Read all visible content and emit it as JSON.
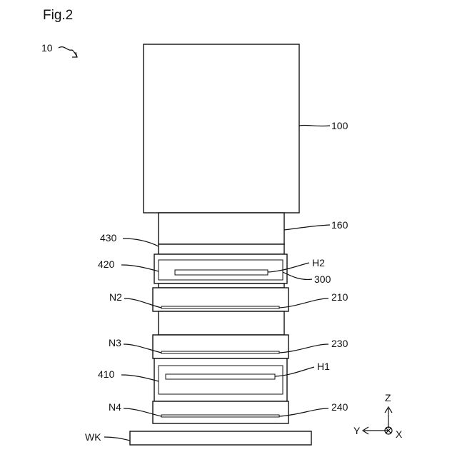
{
  "figure": {
    "title": "Fig.2",
    "device_label": "10"
  },
  "labels": {
    "head": "100",
    "nozzle_body": "160",
    "upper_block": "430",
    "heater_block_top": "420",
    "heater_top": "H2",
    "block_300": "300",
    "nozzle_n2": "N2",
    "plate_210": "210",
    "nozzle_n3": "N3",
    "plate_230": "230",
    "lower_block": "410",
    "heater_bottom": "H1",
    "nozzle_n4": "N4",
    "plate_240": "240",
    "workpiece": "WK"
  },
  "axes": {
    "z": "Z",
    "y": "Y",
    "x": "X"
  }
}
